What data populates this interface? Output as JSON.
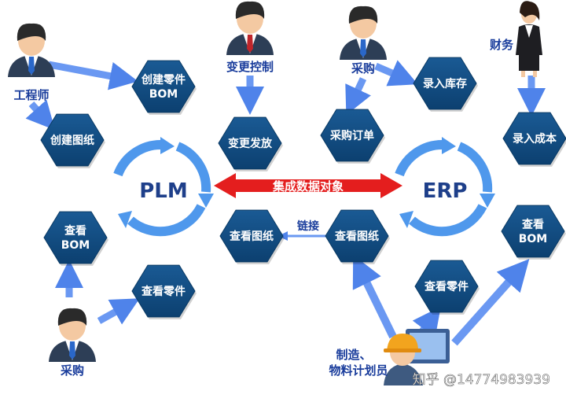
{
  "nodes": {
    "create_parts_bom": [
      "创建零件",
      "BOM"
    ],
    "create_drawing": [
      "创建图纸"
    ],
    "change_release": [
      "变更发放"
    ],
    "view_drawing_plm": [
      "查看图纸"
    ],
    "view_bom_plm": [
      "查看",
      "BOM"
    ],
    "view_parts_plm": [
      "查看零件"
    ],
    "purchase_order": [
      "采购订单"
    ],
    "stock_entry": [
      "录入库存"
    ],
    "cost_entry": [
      "录入成本"
    ],
    "view_drawing_erp": [
      "查看图纸"
    ],
    "view_parts_erp": [
      "查看零件"
    ],
    "view_bom_erp": [
      "查看",
      "BOM"
    ]
  },
  "roles": {
    "engineer": "工程师",
    "change_control": "变更控制",
    "purchasing_top": "采购",
    "finance": "财务",
    "purchasing_bottom": "采购",
    "manufacturing": [
      "制造、",
      "物料计划员"
    ]
  },
  "systems": {
    "plm": "PLM",
    "erp": "ERP"
  },
  "integration_label": "集成数据对象",
  "link_label": "链接",
  "watermark": "知乎 @14774983939",
  "colors": {
    "hex_fill": "#0f4c80",
    "hex_edge": "#0a3a64",
    "arrow_blue": "#5b8ff0",
    "cycle_blue": "#4f98ec",
    "banner_red": "#e41e1e"
  }
}
